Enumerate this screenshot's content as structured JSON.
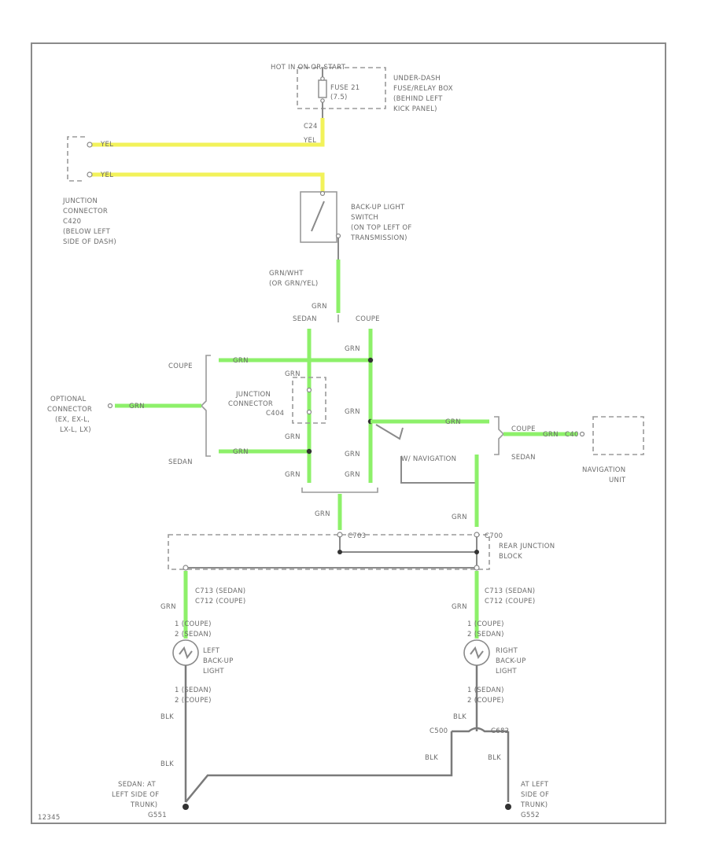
{
  "labels": {
    "hot_in": "HOT IN ON OR START",
    "fuse": "FUSE 21",
    "fuse_pin": "(7.5)",
    "fuse_box_1": "UNDER-DASH",
    "fuse_box_2": "FUSE/RELAY BOX",
    "fuse_box_3": "(BEHIND LEFT",
    "fuse_box_4": "KICK PANEL)",
    "c_top": "C24",
    "yel_main": "YEL",
    "yel_1": "YEL",
    "yel_2": "YEL",
    "jc_1": "JUNCTION",
    "jc_2": "CONNECTOR",
    "jc_3": "C420",
    "jc_4": "(BELOW LEFT",
    "jc_5": "SIDE OF DASH)",
    "sw_1": "BACK-UP LIGHT",
    "sw_2": "SWITCH",
    "sw_3": "(ON TOP LEFT OF",
    "sw_4": "TRANSMISSION)",
    "grn_wht_1": "GRN/WHT",
    "grn_wht_2": "(OR GRN/YEL)",
    "grn_top": "GRN",
    "sedan_top": "SEDAN",
    "coupe_top": "COUPE",
    "grn_a": "GRN",
    "coupe_left": "COUPE",
    "grn_b": "GRN",
    "grn_c": "GRN",
    "opt_1": "OPTIONAL",
    "opt_2": "CONNECTOR",
    "opt_3": "(EX, EX-L,",
    "opt_4": "LX-L, LX)",
    "grn_opt": "GRN",
    "jc2_1": "JUNCTION",
    "jc2_2": "CONNECTOR",
    "jc2_3": "C404",
    "grn_d": "GRN",
    "grn_e": "GRN",
    "grn_f": "GRN",
    "grn_g": "GRN",
    "grn_h": "GRN",
    "sedan_left": "SEDAN",
    "grn_i": "GRN",
    "grn_j": "GRN",
    "w_nav": "W/ NAVIGATION",
    "coupe_right": "COUPE",
    "grn_nav": "GRN",
    "c_nav": "C40",
    "sedan_right": "SEDAN",
    "nav_1": "NAVIGATION",
    "nav_2": "UNIT",
    "grn_k": "GRN",
    "c_rj_left": "C703",
    "grn_l": "GRN",
    "c_rj_right": "C700",
    "rj_1": "REAR JUNCTION",
    "rj_2": "BLOCK",
    "ll_c1": "C713 (SEDAN)",
    "ll_c2": "C712 (COUPE)",
    "rl_c1": "C713 (SEDAN)",
    "rl_c2": "C712 (COUPE)",
    "grn_ll": "GRN",
    "grn_rl": "GRN",
    "ll_p1": "1  (COUPE)",
    "ll_p2": "2  (SEDAN)",
    "rl_p1": "1  (COUPE)",
    "rl_p2": "2  (SEDAN)",
    "ll_1": "LEFT",
    "ll_2": "BACK-UP",
    "ll_3": "LIGHT",
    "rl_1": "RIGHT",
    "rl_2": "BACK-UP",
    "rl_3": "LIGHT",
    "ll_p3": "1  (SEDAN)",
    "ll_p4": "2  (COUPE)",
    "rl_p3": "1  (SEDAN)",
    "rl_p4": "2  (COUPE)",
    "blk_l": "BLK",
    "blk_r": "BLK",
    "c_gnd_l": "C500",
    "c_gnd_r": "C682",
    "blk_ll": "BLK",
    "blk_mid": "BLK",
    "blk_rr": "BLK",
    "g_l1": "SEDAN: AT",
    "g_l2": "LEFT SIDE OF",
    "g_l3": "TRUNK)",
    "g_l4": "G551",
    "g_r1": "AT LEFT",
    "g_r2": "SIDE OF",
    "g_r3": "TRUNK)",
    "g_r4": "G552",
    "footer": "12345"
  },
  "colors": {
    "wire_yellow": "#f2f25a",
    "wire_green": "#8df06a",
    "wire_black": "#7a7a7a"
  }
}
